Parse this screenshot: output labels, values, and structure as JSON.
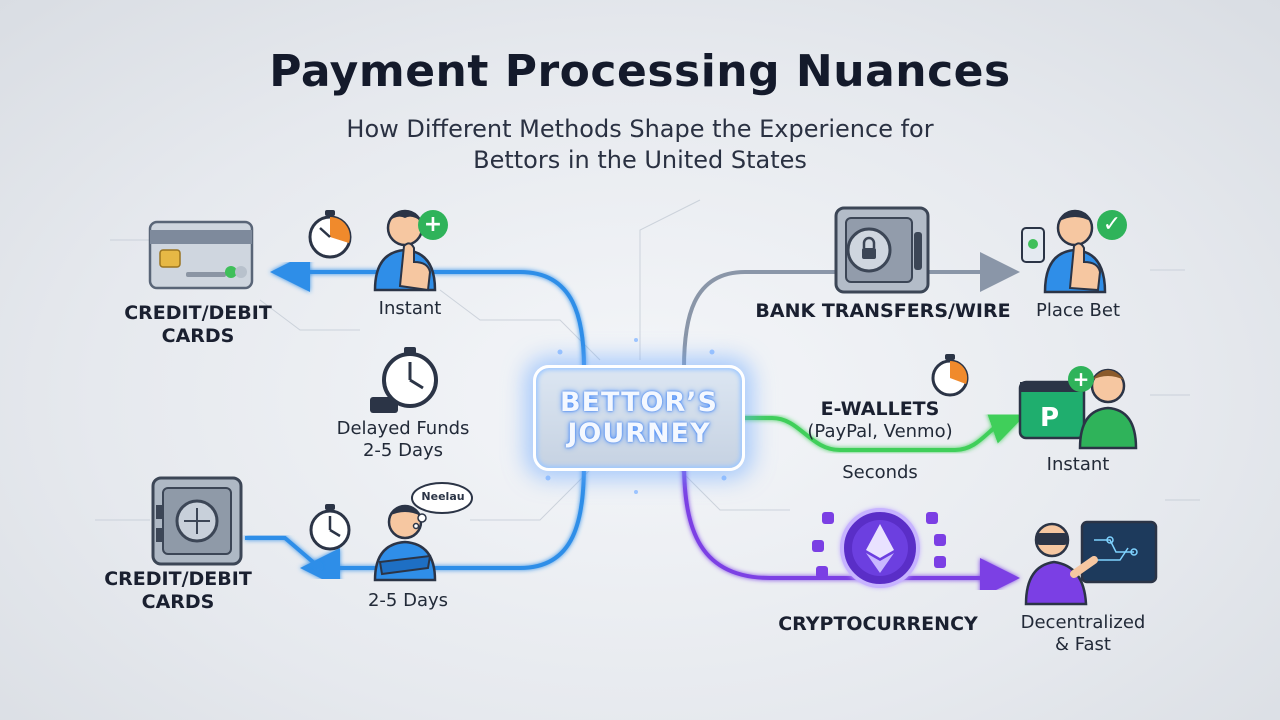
{
  "header": {
    "title": "Payment Processing Nuances",
    "subtitle_line1": "How Different Methods Shape the Experience for",
    "subtitle_line2": "Bettors in the United States"
  },
  "center": {
    "line1": "BETTOR’S",
    "line2": "JOURNEY"
  },
  "left": {
    "top": {
      "method_line1": "CREDIT/DEBIT",
      "method_line2": "CARDS",
      "timing": "Instant",
      "icon": "credit-card-icon"
    },
    "middle": {
      "timing_line1": "Delayed Funds",
      "timing_line2": "2-5 Days",
      "icon": "stopwatch-icon"
    },
    "bottom": {
      "method_line1": "CREDIT/DEBIT",
      "method_line2": "CARDS",
      "timing": "2-5 Days",
      "thought_text": "Neelau",
      "icon": "vault-icon"
    }
  },
  "right": {
    "top": {
      "method": "BANK TRANSFERS/WIRE",
      "result": "Place Bet",
      "icon": "bank-vault-icon"
    },
    "middle": {
      "method_line1": "E-WALLETS",
      "method_line2": "(PayPal, Venmo)",
      "timing": "Seconds",
      "result": "Instant",
      "icon": "e-wallet-icon"
    },
    "bottom": {
      "method": "CRYPTOCURRENCY",
      "result_line1": "Decentralized",
      "result_line2": "& Fast",
      "icon": "ethereum-coin-icon"
    }
  },
  "colors": {
    "blue": "#2f8ee8",
    "gray": "#8a96a8",
    "green": "#3fcf5a",
    "purple": "#7b3fe4",
    "orange": "#f08a2c"
  }
}
